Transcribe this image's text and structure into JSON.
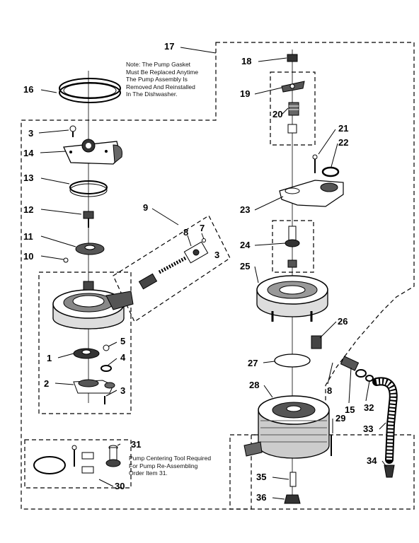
{
  "notes": {
    "pump_gasket": "Note: The Pump Gasket\nMust Be Replaced Anytime\nThe Pump Assembly Is\nRemoved And Reinstalled\nIn The Dishwasher.",
    "centering_tool": "Pump Centering Tool Required\nFor Pump Re-Assembling\nOrder Item 31."
  },
  "callouts": {
    "c1": "1",
    "c2": "2",
    "c3a": "3",
    "c3b": "3",
    "c3c": "3",
    "c4": "4",
    "c5": "5",
    "c7": "7",
    "c8a": "8",
    "c8b": "8",
    "c9": "9",
    "c10": "10",
    "c11": "11",
    "c12": "12",
    "c13": "13",
    "c14": "14",
    "c15": "15",
    "c16": "16",
    "c17": "17",
    "c18": "18",
    "c19": "19",
    "c20": "20",
    "c21": "21",
    "c22": "22",
    "c23": "23",
    "c24": "24",
    "c25": "25",
    "c26": "26",
    "c27": "27",
    "c28": "28",
    "c29": "29",
    "c30": "30",
    "c31": "31",
    "c32": "32",
    "c33": "33",
    "c34": "34",
    "c35": "35",
    "c36": "36"
  }
}
